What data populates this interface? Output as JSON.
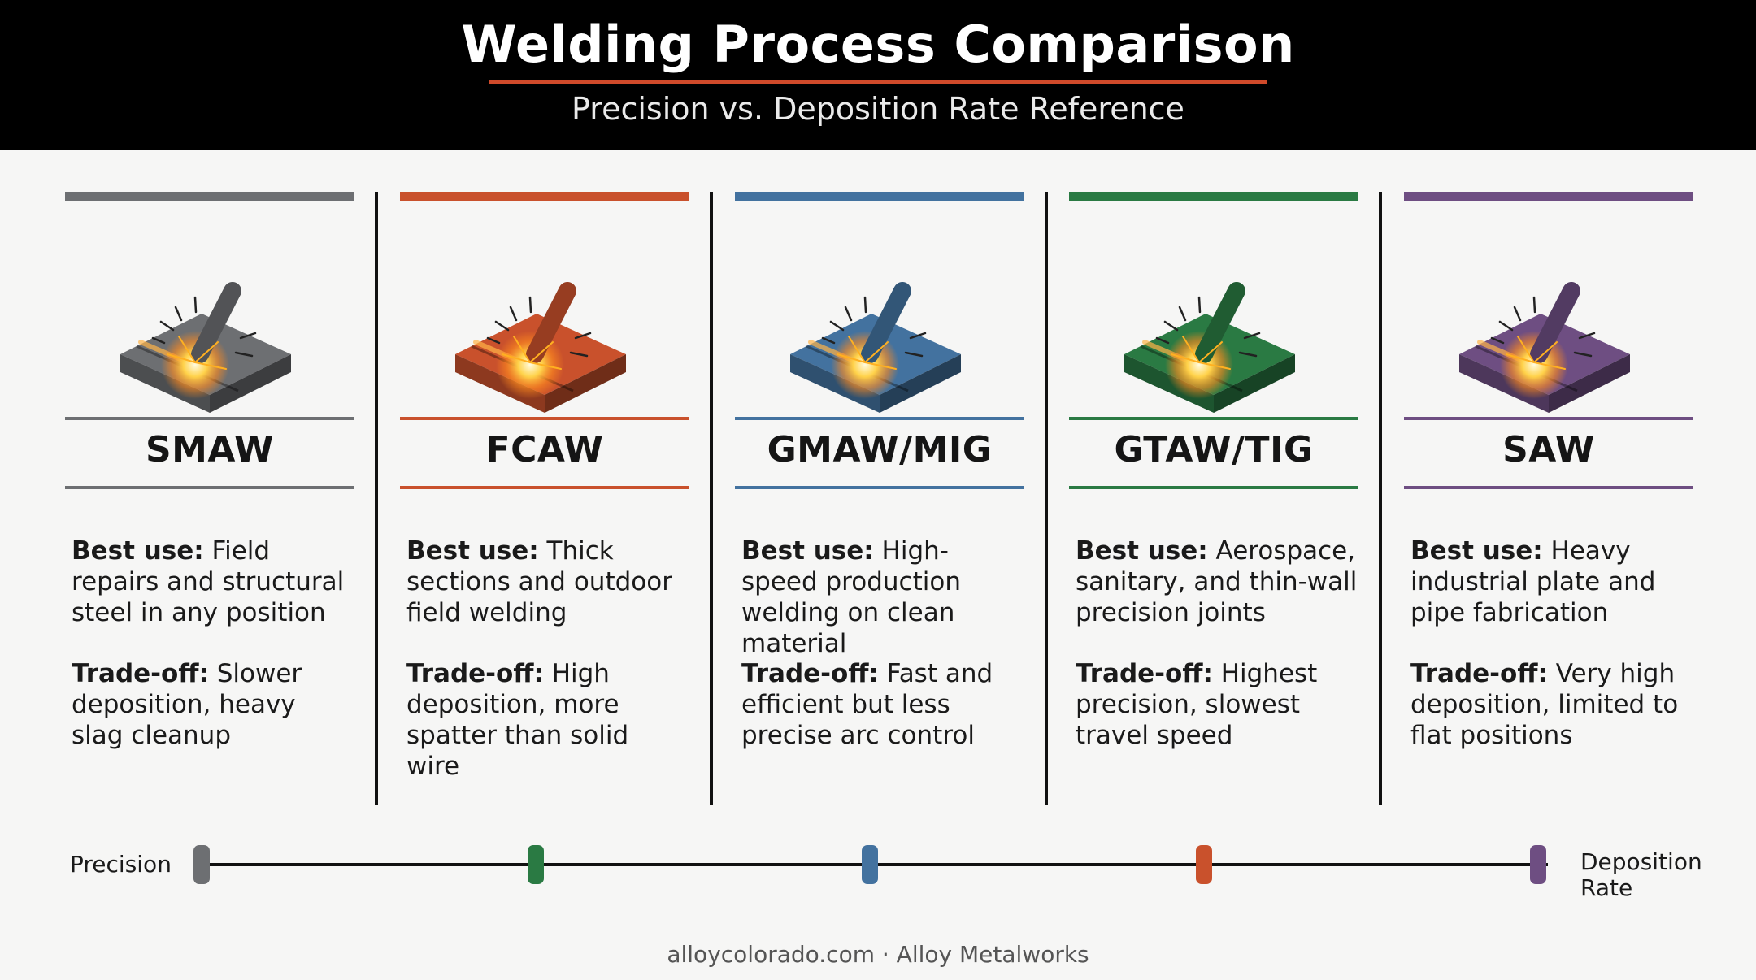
{
  "header": {
    "title": "Welding Process Comparison",
    "subtitle": "Precision vs. Deposition Rate Reference",
    "rule_color": "#cf4a2a"
  },
  "best_use_label": "Best use:",
  "trade_off_label": "Trade-off:",
  "processes": [
    {
      "name": "SMAW",
      "color": "#6d6f72",
      "best_use": "Field repairs and structural steel in any position",
      "trade_off": "Slower deposition, heavy slag cleanup",
      "icon": "welding-torch-plate-icon"
    },
    {
      "name": "FCAW",
      "color": "#c9512c",
      "best_use": "Thick sections and outdoor field welding",
      "trade_off": "High deposition, more spatter than solid wire",
      "icon": "welding-torch-plate-icon"
    },
    {
      "name": "GMAW/MIG",
      "color": "#43729f",
      "best_use": "High-speed production welding on clean material",
      "trade_off": "Fast and efficient but less precise arc control",
      "icon": "welding-torch-plate-icon"
    },
    {
      "name": "GTAW/TIG",
      "color": "#2a7a43",
      "best_use": "Aerospace, sanitary, and thin-wall precision joints",
      "trade_off": "Highest precision, slowest travel speed",
      "icon": "welding-torch-plate-icon"
    },
    {
      "name": "SAW",
      "color": "#6e4e82",
      "best_use": "Heavy industrial plate and pipe fabrication",
      "trade_off": "Very high deposition, limited to flat positions",
      "icon": "welding-torch-plate-icon"
    }
  ],
  "scale": {
    "left_label": "Precision",
    "right_label_line1": "Deposition",
    "right_label_line2": "Rate",
    "marker_colors": [
      "#6d6f72",
      "#2a7a43",
      "#43729f",
      "#c9512c",
      "#6e4e82"
    ]
  },
  "footer": "alloycolorado.com · Alloy Metalworks"
}
